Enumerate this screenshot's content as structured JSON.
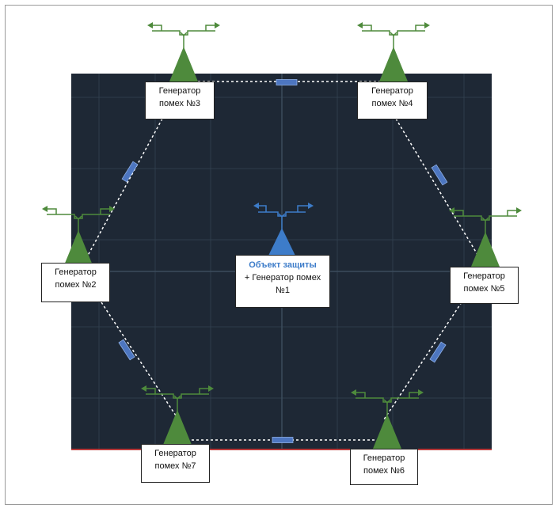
{
  "diagram": {
    "center": {
      "title": "Объект защиты",
      "subtitle": "+ Генератор помех",
      "number": "№1"
    },
    "generators": [
      {
        "id": "g2",
        "line1": "Генератор",
        "line2": "помех №2"
      },
      {
        "id": "g3",
        "line1": "Генератор",
        "line2": "помех №3"
      },
      {
        "id": "g4",
        "line1": "Генератор",
        "line2": "помех №4"
      },
      {
        "id": "g5",
        "line1": "Генератор",
        "line2": "помех №5"
      },
      {
        "id": "g6",
        "line1": "Генератор",
        "line2": "помех №6"
      },
      {
        "id": "g7",
        "line1": "Генератор",
        "line2": "помех №7"
      }
    ],
    "colors": {
      "background": "#1e2835",
      "grid": "#2f3d4b",
      "generator": "#4e8a3c",
      "center": "#3d7cc9",
      "link_marker": "#4d76c0",
      "link_line": "#ffffff",
      "bottom_edge": "#b83a3a"
    }
  }
}
